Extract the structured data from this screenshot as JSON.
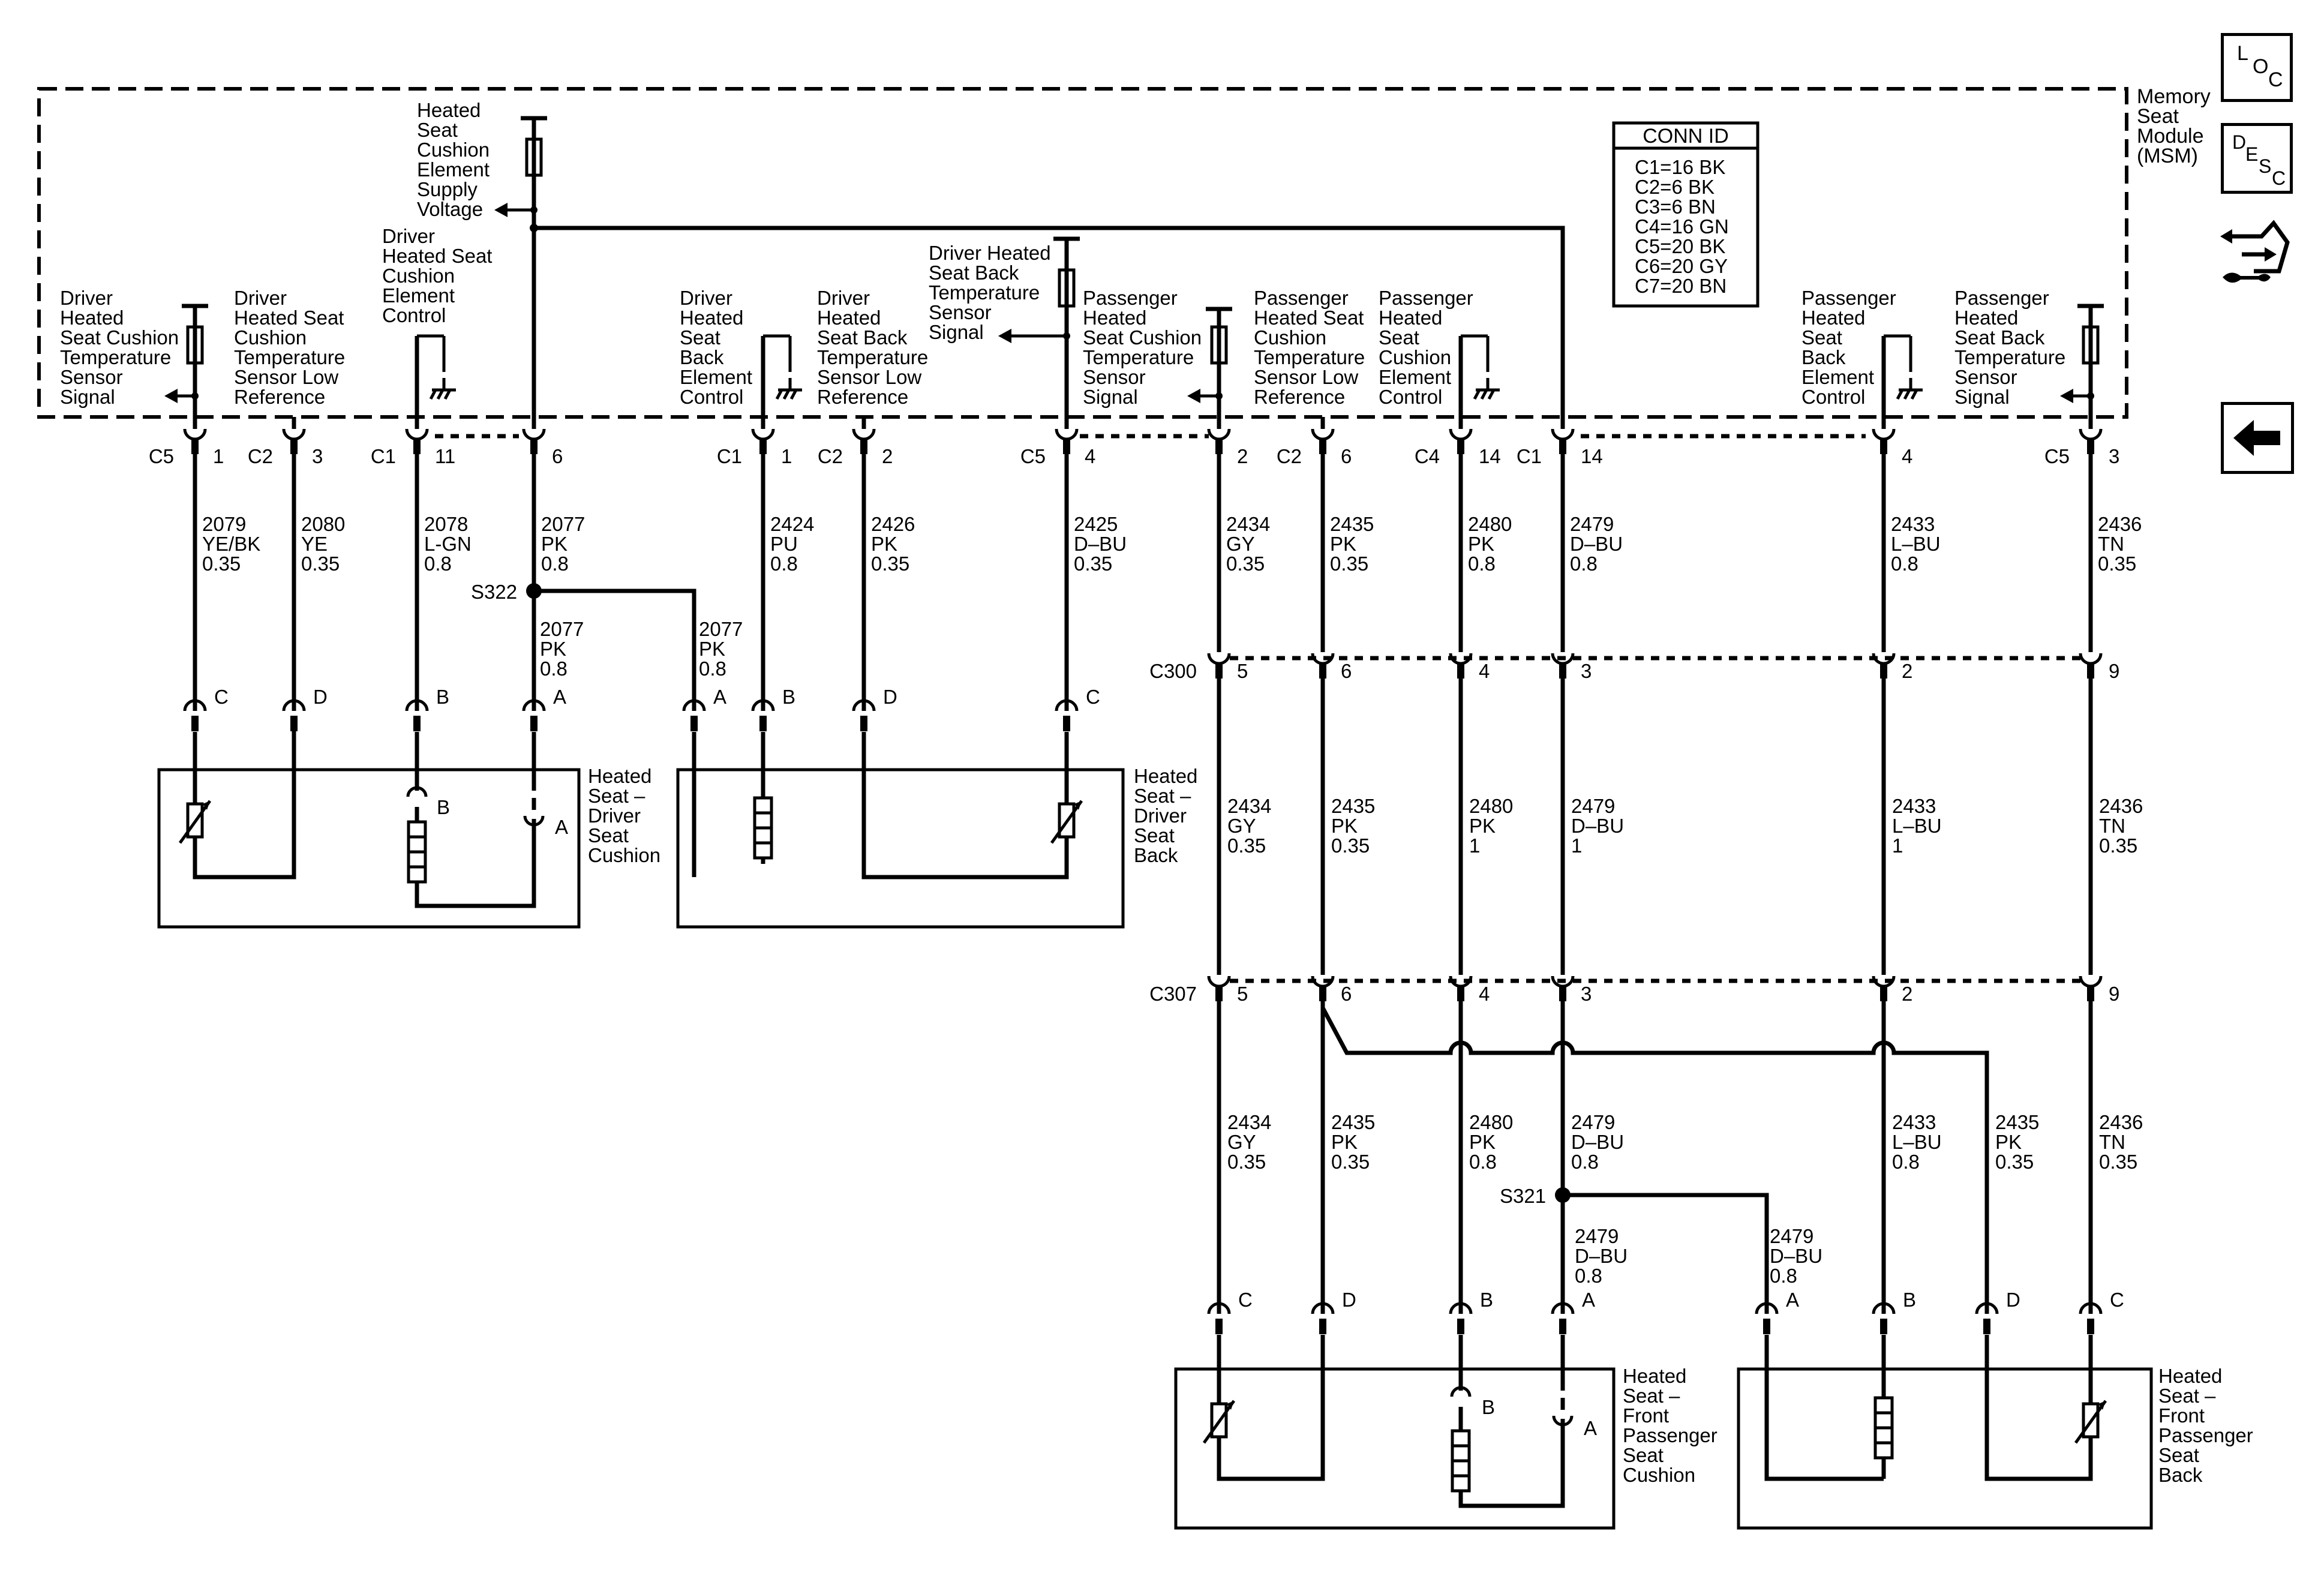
{
  "module": {
    "name_lines": [
      "Memory",
      "Seat",
      "Module",
      "(MSM)"
    ]
  },
  "conn_id": {
    "header": "CONN ID",
    "rows": [
      "C1=16 BK",
      "C2=6 BK",
      "C3=6 BN",
      "C4=16 GN",
      "C5=20 BK",
      "C6=20 GY",
      "C7=20 BN"
    ]
  },
  "module_labels": {
    "supply": [
      "Heated",
      "Seat",
      "Cushion",
      "Element",
      "Supply",
      "Voltage"
    ],
    "drv_cush_temp": [
      "Driver",
      "Heated",
      "Seat Cushion",
      "Temperature",
      "Sensor",
      "Signal"
    ],
    "drv_cush_low": [
      "Driver",
      "Heated Seat",
      "Cushion",
      "Temperature",
      "Sensor Low",
      "Reference"
    ],
    "drv_cush_ctrl": [
      "Driver",
      "Heated Seat",
      "Cushion",
      "Element",
      "Control"
    ],
    "drv_back_ctrl": [
      "Driver",
      "Heated",
      "Seat",
      "Back",
      "Element",
      "Control"
    ],
    "drv_back_low": [
      "Driver",
      "Heated",
      "Seat Back",
      "Temperature",
      "Sensor Low",
      "Reference"
    ],
    "drv_back_temp": [
      "Driver Heated",
      "Seat Back",
      "Temperature",
      "Sensor",
      "Signal"
    ],
    "pas_cush_temp": [
      "Passenger",
      "Heated",
      "Seat Cushion",
      "Temperature",
      "Sensor",
      "Signal"
    ],
    "pas_cush_low": [
      "Passenger",
      "Heated Seat",
      "Cushion",
      "Temperature",
      "Sensor Low",
      "Reference"
    ],
    "pas_cush_ctrl": [
      "Passenger",
      "Heated",
      "Seat",
      "Cushion",
      "Element",
      "Control"
    ],
    "pas_back_ctrl": [
      "Passenger",
      "Heated",
      "Seat",
      "Back",
      "Element",
      "Control"
    ],
    "pas_back_temp": [
      "Passenger",
      "Heated",
      "Seat Back",
      "Temperature",
      "Sensor",
      "Signal"
    ]
  },
  "module_pins": [
    {
      "conn": "C5",
      "pin": "1",
      "circuit": [
        "2079",
        "YE/BK",
        "0.35"
      ]
    },
    {
      "conn": "C2",
      "pin": "3",
      "circuit": [
        "2080",
        "YE",
        "0.35"
      ]
    },
    {
      "conn": "C1",
      "pin": "11",
      "circuit": [
        "2078",
        "L-GN",
        "0.8"
      ]
    },
    {
      "conn": "",
      "pin": "6",
      "circuit": [
        "2077",
        "PK",
        "0.8"
      ]
    },
    {
      "conn": "C1",
      "pin": "1",
      "circuit": [
        "2424",
        "PU",
        "0.8"
      ]
    },
    {
      "conn": "C2",
      "pin": "2",
      "circuit": [
        "2426",
        "PK",
        "0.35"
      ]
    },
    {
      "conn": "C5",
      "pin": "4",
      "circuit": [
        "2425",
        "D–BU",
        "0.35"
      ]
    },
    {
      "conn": "",
      "pin": "2",
      "circuit": [
        "2434",
        "GY",
        "0.35"
      ]
    },
    {
      "conn": "C2",
      "pin": "6",
      "circuit": [
        "2435",
        "PK",
        "0.35"
      ]
    },
    {
      "conn": "C4",
      "pin": "14",
      "circuit": [
        "2480",
        "PK",
        "0.8"
      ]
    },
    {
      "conn": "C1",
      "pin": "14",
      "circuit": [
        "2479",
        "D–BU",
        "0.8"
      ]
    },
    {
      "conn": "",
      "pin": "4",
      "circuit": [
        "2433",
        "L–BU",
        "0.8"
      ]
    },
    {
      "conn": "C5",
      "pin": "3",
      "circuit": [
        "2436",
        "TN",
        "0.35"
      ]
    }
  ],
  "splices": {
    "s322": {
      "name": "S322",
      "branch": [
        "2077",
        "PK",
        "0.8"
      ],
      "down": [
        "2077",
        "PK",
        "0.8"
      ]
    },
    "s321": {
      "name": "S321",
      "branch": [
        "2479",
        "D–BU",
        "0.8"
      ],
      "down": [
        "2479",
        "D–BU",
        "0.8"
      ]
    }
  },
  "connectors": {
    "c300": {
      "name": "C300",
      "pins": [
        "5",
        "6",
        "4",
        "3",
        "2",
        "9"
      ]
    },
    "c307": {
      "name": "C307",
      "pins": [
        "5",
        "6",
        "4",
        "3",
        "2",
        "9"
      ]
    }
  },
  "mid_circuits": [
    [
      "2434",
      "GY",
      "0.35"
    ],
    [
      "2435",
      "PK",
      "0.35"
    ],
    [
      "2480",
      "PK",
      "1"
    ],
    [
      "2479",
      "D–BU",
      "1"
    ],
    [
      "2433",
      "L–BU",
      "1"
    ],
    [
      "2436",
      "TN",
      "0.35"
    ]
  ],
  "low_circuits": [
    [
      "2434",
      "GY",
      "0.35"
    ],
    [
      "2435",
      "PK",
      "0.35"
    ],
    [
      "2480",
      "PK",
      "0.8"
    ],
    [
      "2479",
      "D–BU",
      "0.8"
    ],
    [
      "2433",
      "L–BU",
      "0.8"
    ],
    [
      "2435",
      "PK",
      "0.35"
    ],
    [
      "2436",
      "TN",
      "0.35"
    ]
  ],
  "components": {
    "drv_cushion": {
      "name": [
        "Heated",
        "Seat –",
        "Driver",
        "Seat",
        "Cushion"
      ],
      "pins": [
        "C",
        "D",
        "B",
        "A"
      ],
      "inner_pins": [
        "B",
        "A"
      ]
    },
    "drv_back": {
      "name": [
        "Heated",
        "Seat –",
        "Driver",
        "Seat",
        "Back"
      ],
      "pins": [
        "A",
        "B",
        "D",
        "C"
      ]
    },
    "pas_cushion": {
      "name": [
        "Heated",
        "Seat –",
        "Front",
        "Passenger",
        "Seat",
        "Cushion"
      ],
      "pins": [
        "C",
        "D",
        "B",
        "A"
      ],
      "inner_pins": [
        "B",
        "A"
      ]
    },
    "pas_back": {
      "name": [
        "Heated",
        "Seat –",
        "Front",
        "Passenger",
        "Seat",
        "Back"
      ],
      "pins": [
        "A",
        "B",
        "D",
        "C"
      ]
    }
  },
  "side_buttons": {
    "loc": {
      "letters": [
        "L",
        "O",
        "C"
      ],
      "icon": "location-icon"
    },
    "desc": {
      "letters": [
        "D",
        "E",
        "S",
        "C"
      ],
      "icon": "description-icon"
    },
    "wrench": {
      "icon": "repair-hand-icon"
    },
    "back": {
      "icon": "back-arrow-icon"
    }
  }
}
